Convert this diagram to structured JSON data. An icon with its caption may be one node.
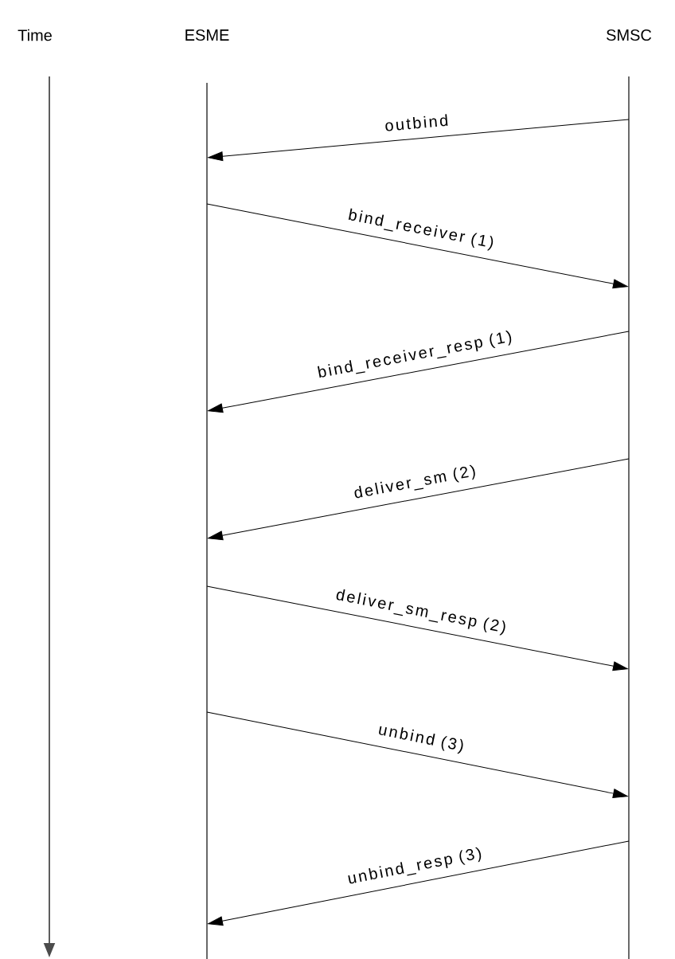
{
  "diagram": {
    "nodes": [
      {
        "text": [
          "Time"
        ]
      },
      {
        "text": [
          "ESME"
        ]
      },
      {
        "text": [
          "SMSC"
        ]
      }
    ],
    "edges": [
      {
        "from": 2,
        "to": 1,
        "arrow": "to",
        "label": "outbind"
      },
      {
        "from": 1,
        "to": 2,
        "arrow": "to",
        "label": "bind_receiver (1)"
      },
      {
        "from": 2,
        "to": 1,
        "arrow": "to",
        "label": "bind_receiver_resp (1)"
      },
      {
        "from": 2,
        "to": 1,
        "arrow": "to",
        "label": "deliver_sm (2)"
      },
      {
        "from": 1,
        "to": 2,
        "arrow": "to",
        "label": "deliver_sm_resp (2)"
      },
      {
        "from": 1,
        "to": 2,
        "arrow": "to",
        "label": "unbind (3)"
      },
      {
        "from": 2,
        "to": 1,
        "arrow": "to",
        "label": "unbind_resp (3)"
      }
    ]
  }
}
